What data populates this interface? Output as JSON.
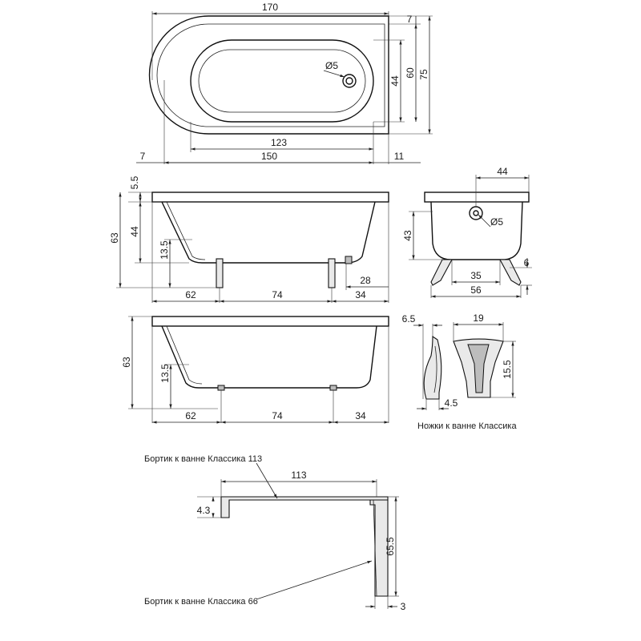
{
  "top_view": {
    "overall_length": "170",
    "top_rim": "7",
    "inner_depth": "44",
    "depth_60": "60",
    "overall_depth": "75",
    "drain": "Ø5",
    "bowl_length": "123",
    "left_offset": "7",
    "inner_length": "150",
    "right_offset": "11"
  },
  "side_view": {
    "rim": "5.5",
    "height": "63",
    "depth": "44",
    "leg_height": "13.5",
    "leg_span_left": "62",
    "leg_span_mid": "74",
    "leg_span_right": "34",
    "foot_offset": "28"
  },
  "end_view": {
    "width": "44",
    "drain": "Ø5",
    "depth": "43",
    "leg_height": "6",
    "leg_span": "35",
    "base_width": "56"
  },
  "panel_view": {
    "height": "63",
    "leg_height": "13.5",
    "span_left": "62",
    "span_mid": "74",
    "span_right": "34"
  },
  "legs": {
    "side_width": "6.5",
    "front_width": "19",
    "height": "15.5",
    "foot": "4.5",
    "caption": "Ножки к ванне Классика"
  },
  "panels": {
    "caption_113": "Бортик к ванне Классика 113",
    "caption_66": "Бортик к ванне Классика 66",
    "length": "113",
    "thickness": "4.3",
    "height": "65.5",
    "depth": "3"
  }
}
